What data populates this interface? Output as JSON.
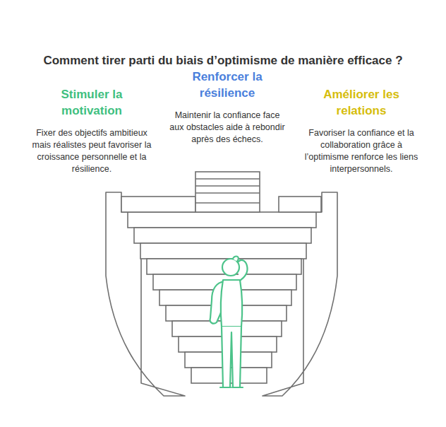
{
  "diagram": {
    "title": "Comment tirer parti du biais d’optimisme de manière efficace ?",
    "nodes": [
      {
        "text": [
          "Stimuler la motivation",
          "Fixer des objectifs ambitieux mais réalistes peut favoriser la croissance personnelle et la résilience."
        ]
      },
      {
        "text": [
          "Renforcer la résilience",
          "Maintenir la confiance face aux obstacles aide à rebondir après des échecs."
        ]
      },
      {
        "text": [
          "Améliorer les relations",
          "Favoriser la confiance et la collaboration grâce à l’optimisme renforce les liens interpersonnels."
        ]
      }
    ]
  }
}
